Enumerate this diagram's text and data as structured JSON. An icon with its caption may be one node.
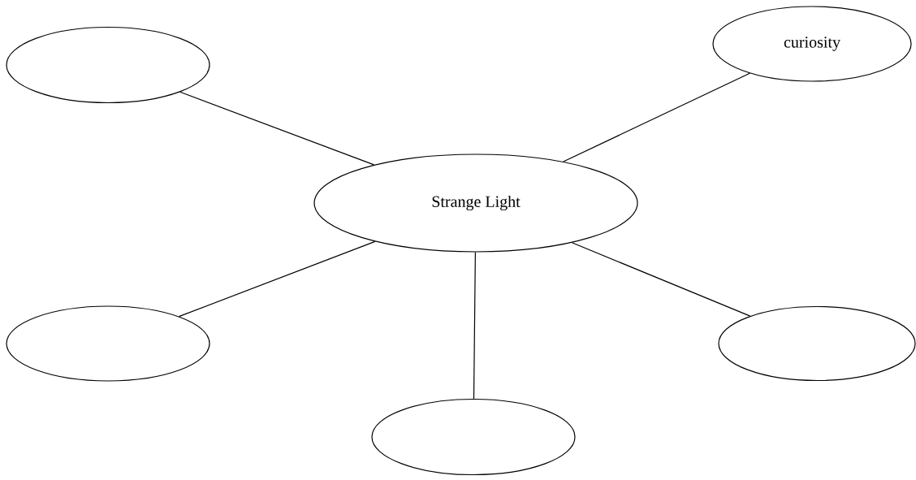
{
  "diagram": {
    "nodes": [
      {
        "text": [],
        "shape": "ellipse"
      },
      {
        "text": [
          "curiosity"
        ]
      },
      {
        "text": [
          "Strange Light"
        ]
      },
      {
        "text": [],
        "shape": "ellipse"
      },
      {
        "text": [],
        "shape": "ellipse"
      },
      {
        "text": [],
        "shape": "ellipse"
      }
    ],
    "edges": [
      {
        "from": 2,
        "to": 0,
        "arrow": "none"
      },
      {
        "from": 2,
        "to": 1,
        "arrow": "none"
      },
      {
        "from": 2,
        "to": 3,
        "arrow": "none"
      },
      {
        "from": 2,
        "to": 4,
        "arrow": "none"
      },
      {
        "from": 2,
        "to": 5,
        "arrow": "none"
      }
    ]
  }
}
